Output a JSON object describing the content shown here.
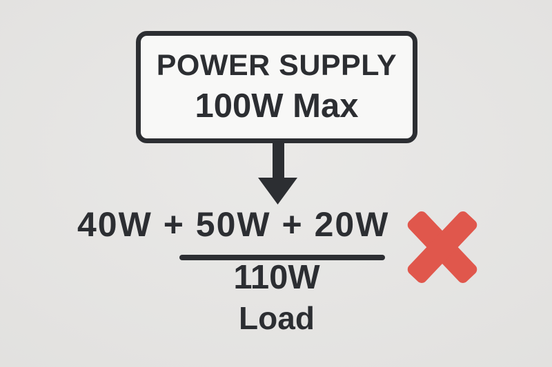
{
  "colors": {
    "background": "#e4e3e1",
    "ink": "#2c2e32",
    "box_fill": "#f8f8f7",
    "error_red": "#e0574c"
  },
  "supply_box": {
    "title": "POWER SUPPLY",
    "capacity": "100W Max"
  },
  "load_calc": {
    "expression": "40W + 50W + 20W",
    "total": "110W",
    "label": "Load"
  },
  "icons": {
    "down_arrow": "down-arrow",
    "cross": "cross-mark-x"
  }
}
